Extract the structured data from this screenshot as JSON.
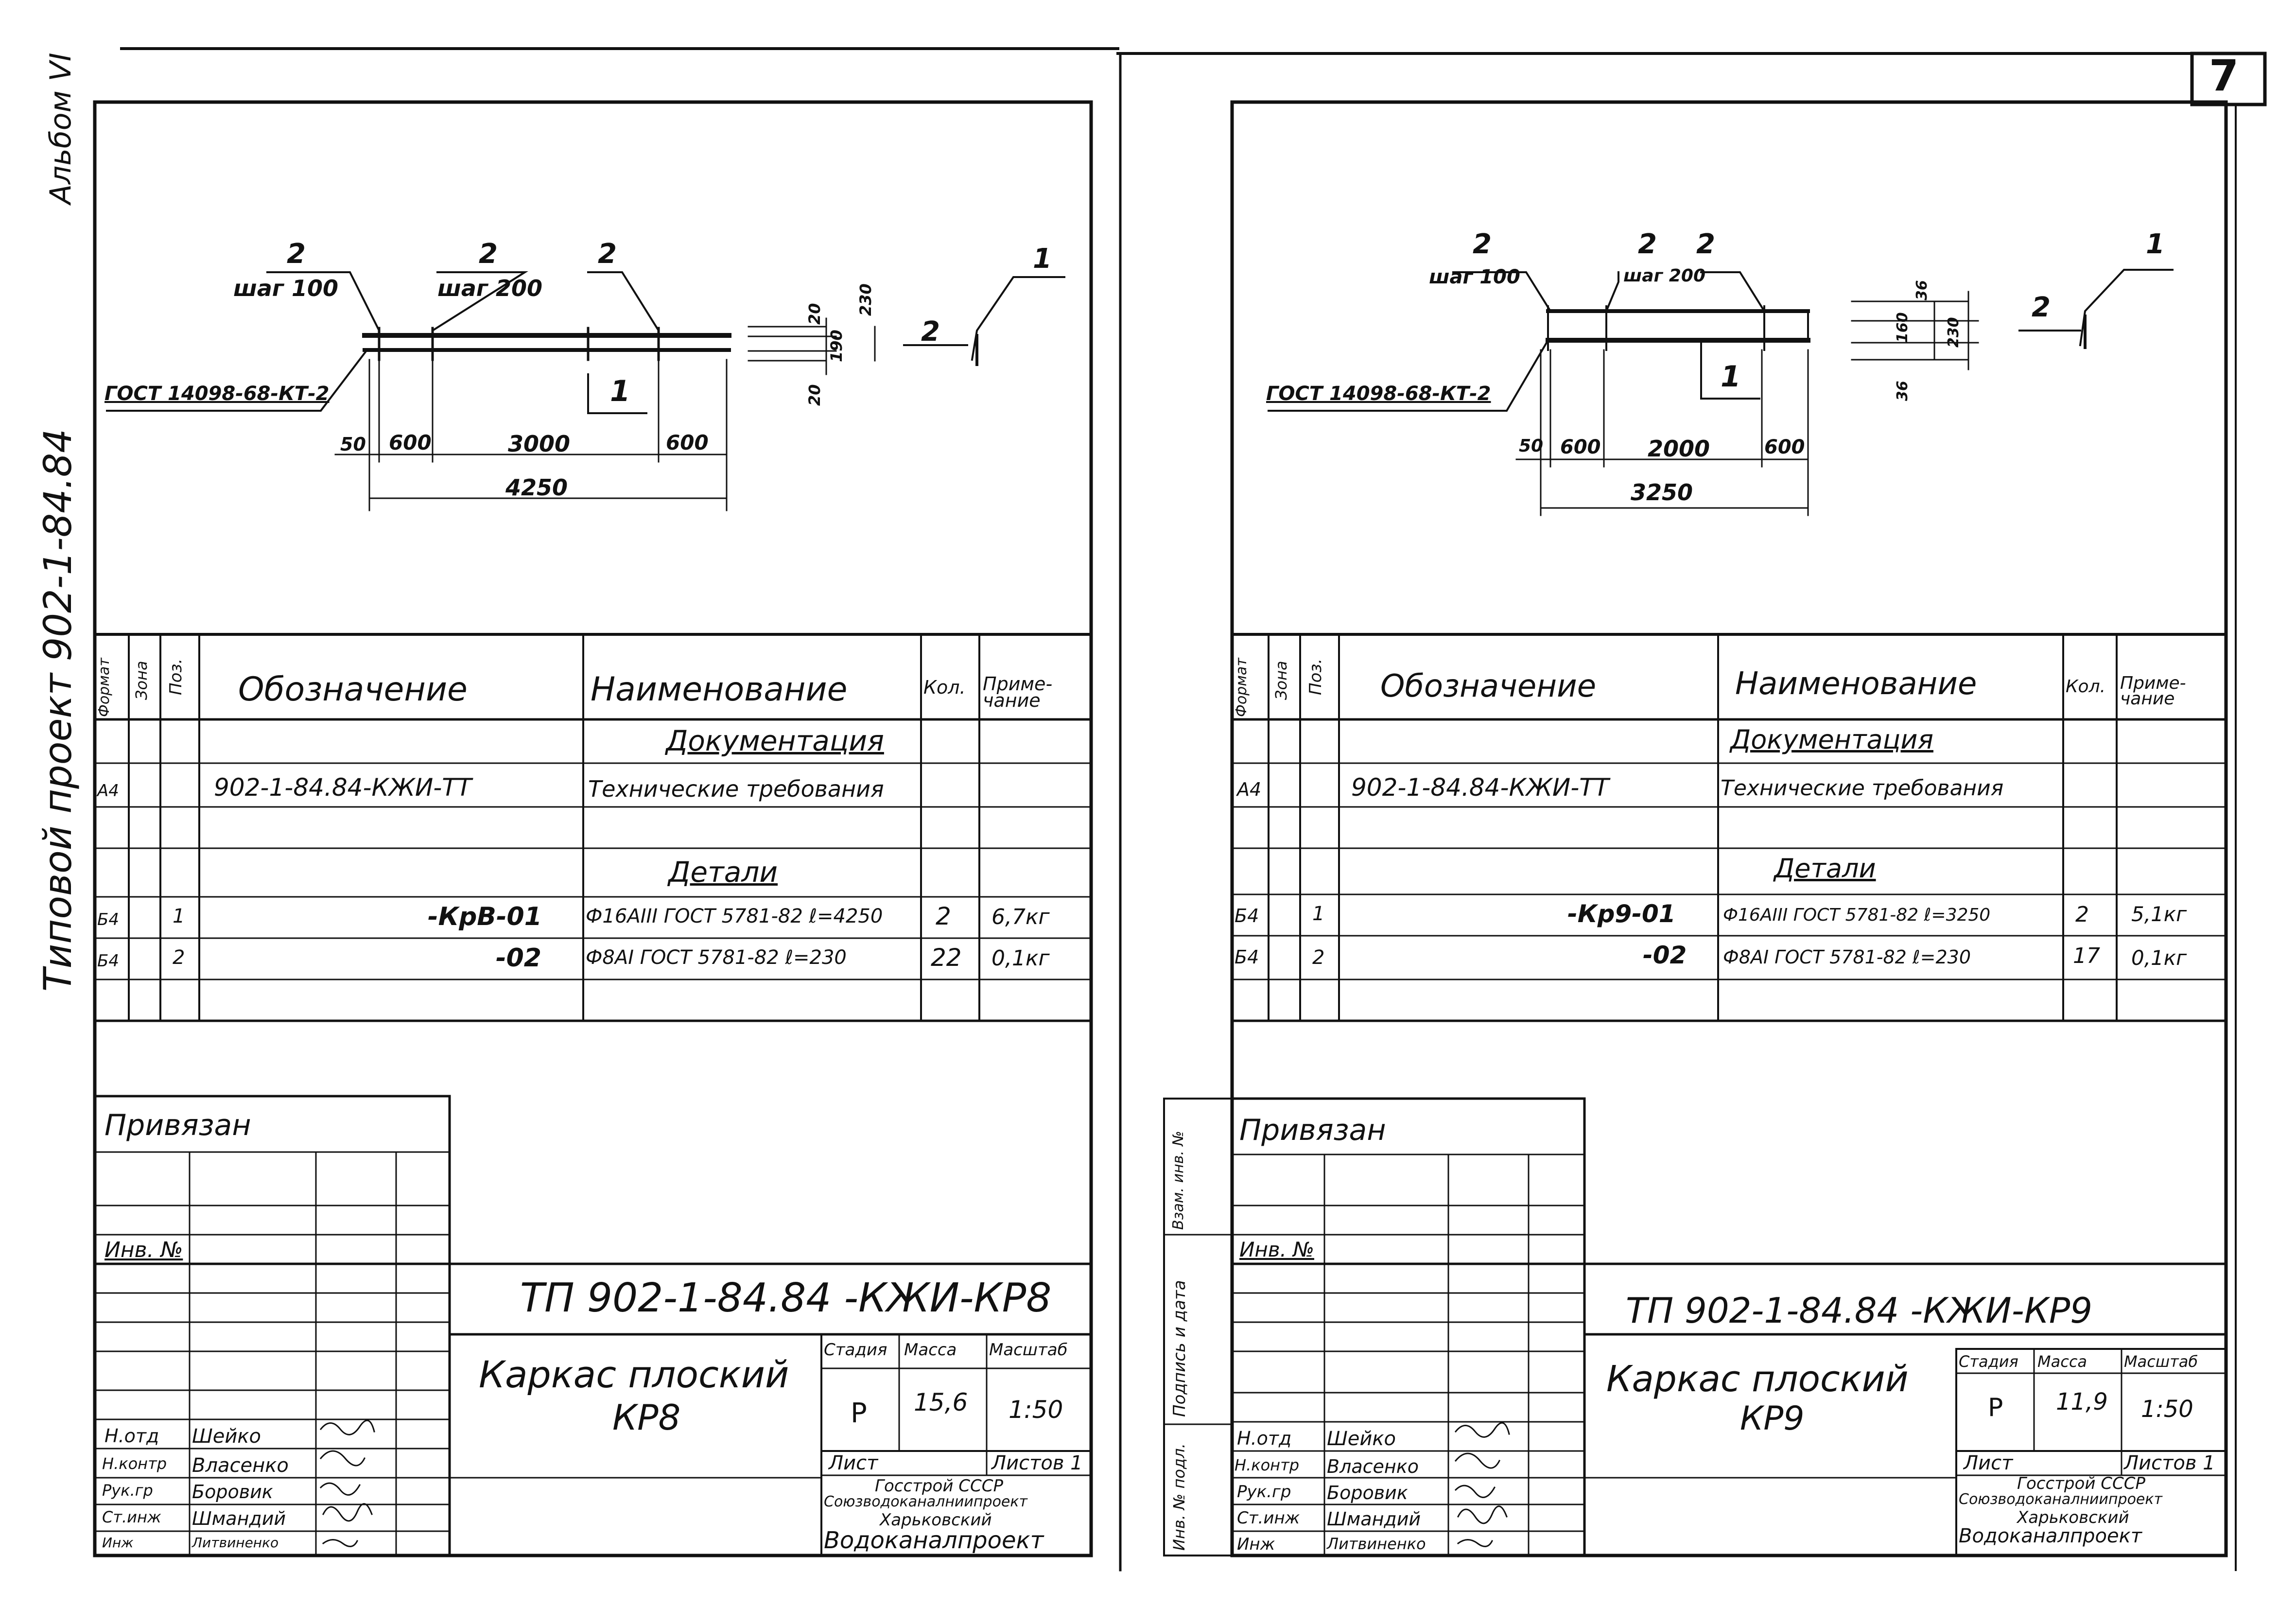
{
  "page_number": "7",
  "side_album": "Альбом VI",
  "side_project": "Типовой проект 902-1-84.84",
  "side_project_extra": "902 1 84 84",
  "left_sheet": {
    "drawing": {
      "labels": {
        "pos_top_a": "2",
        "step_a": "шаг 100",
        "pos_top_b": "2",
        "step_b": "шаг 200",
        "pos_top_c": "2",
        "gost": "ГОСТ 14098-68-КТ-2",
        "pos_box": "1",
        "dim_50": "50",
        "dim_600a": "600",
        "dim_mid": "3000",
        "dim_600b": "600",
        "dim_total": "4250",
        "dim_20a": "20",
        "dim_190": "190",
        "dim_20b": "20",
        "dim_230": "230",
        "sec_pos2": "2",
        "sec_pos1": "1"
      }
    },
    "spec": {
      "headers": {
        "format": "Формат",
        "zone": "Зона",
        "pos": "Поз.",
        "designation": "Обозначение",
        "name": "Наименование",
        "qty": "Кол.",
        "note": "Приме-чание"
      },
      "section_docs": "Документация",
      "section_parts": "Детали",
      "rows": [
        {
          "format": "А4",
          "pos": "",
          "designation": "902-1-84.84-КЖИ-ТТ",
          "name": "Технические требования",
          "qty": "",
          "note": ""
        },
        {
          "format": "Б4",
          "pos": "1",
          "designation": "-КрВ-01",
          "name": "Ф16АIII ГОСТ 5781-82 ℓ=4250",
          "qty": "2",
          "note": "6,7кг"
        },
        {
          "format": "Б4",
          "pos": "2",
          "designation": "-02",
          "name": "Ф8АI ГОСТ 5781-82 ℓ=230",
          "qty": "22",
          "note": "0,1кг"
        }
      ]
    },
    "stamp": {
      "bound": "Привязан",
      "inv": "Инв. №",
      "code": "ТП 902-1-84.84 -КЖИ-КР8",
      "title_line1": "Каркас плоский",
      "title_line2": "КР8",
      "stage_h": "Стадия",
      "mass_h": "Масса",
      "scale_h": "Масштаб",
      "stage": "Р",
      "mass": "15,6",
      "scale": "1:50",
      "sheet": "Лист",
      "sheets": "Листов 1",
      "org1": "Госстрой СССР",
      "org2": "Союзводоканалниипроект",
      "org3": "Харьковский",
      "org4": "Водоканалпроект",
      "persons": [
        {
          "role": "Н.отд",
          "name": "Шейко"
        },
        {
          "role": "Н.контр",
          "name": "Власенко"
        },
        {
          "role": "Рук.гр",
          "name": "Боровик"
        },
        {
          "role": "Ст.инж",
          "name": "Шмандий"
        },
        {
          "role": "Инж",
          "name": "Литвиненко"
        }
      ]
    }
  },
  "right_sheet": {
    "drawing": {
      "labels": {
        "pos_top_a": "2",
        "step_a": "шаг 100",
        "pos_top_b": "2",
        "step_b": "шаг 200",
        "pos_top_c": "2",
        "gost": "ГОСТ 14098-68-КТ-2",
        "pos_box": "1",
        "dim_50": "50",
        "dim_600a": "600",
        "dim_mid": "2000",
        "dim_600b": "600",
        "dim_total": "3250",
        "dim_36a": "36",
        "dim_160": "160",
        "dim_36b": "36",
        "dim_230": "230",
        "sec_pos2": "2",
        "sec_pos1": "1"
      }
    },
    "spec": {
      "headers": {
        "format": "Формат",
        "zone": "Зона",
        "pos": "Поз.",
        "designation": "Обозначение",
        "name": "Наименование",
        "qty": "Кол.",
        "note": "Приме-чание"
      },
      "section_docs": "Документация",
      "section_parts": "Детали",
      "rows": [
        {
          "format": "А4",
          "pos": "",
          "designation": "902-1-84.84-КЖИ-ТТ",
          "name": "Технические требования",
          "qty": "",
          "note": ""
        },
        {
          "format": "Б4",
          "pos": "1",
          "designation": "-Кр9-01",
          "name": "Ф16АIII ГОСТ 5781-82 ℓ=3250",
          "qty": "2",
          "note": "5,1кг"
        },
        {
          "format": "Б4",
          "pos": "2",
          "designation": "-02",
          "name": "Ф8АI ГОСТ 5781-82 ℓ=230",
          "qty": "17",
          "note": "0,1кг"
        }
      ]
    },
    "stamp": {
      "bound": "Привязан",
      "inv": "Инв. №",
      "code": "ТП 902-1-84.84 -КЖИ-КР9",
      "title_line1": "Каркас плоский",
      "title_line2": "КР9",
      "stage_h": "Стадия",
      "mass_h": "Масса",
      "scale_h": "Масштаб",
      "stage": "Р",
      "mass": "11,9",
      "scale": "1:50",
      "sheet": "Лист",
      "sheets": "Листов 1",
      "org1": "Госстрой СССР",
      "org2": "Союзводоканалниипроект",
      "org3": "Харьковский",
      "org4": "Водоканалпроект",
      "persons": [
        {
          "role": "Н.отд",
          "name": "Шейко"
        },
        {
          "role": "Н.контр",
          "name": "Власенко"
        },
        {
          "role": "Рук.гр",
          "name": "Боровик"
        },
        {
          "role": "Ст.инж",
          "name": "Шмандий"
        },
        {
          "role": "Инж",
          "name": "Литвиненко"
        }
      ],
      "margin_labels": {
        "vzam": "Взам. инв. №",
        "podp": "Подпись и дата",
        "inv_podl": "Инв. № подл."
      }
    }
  }
}
